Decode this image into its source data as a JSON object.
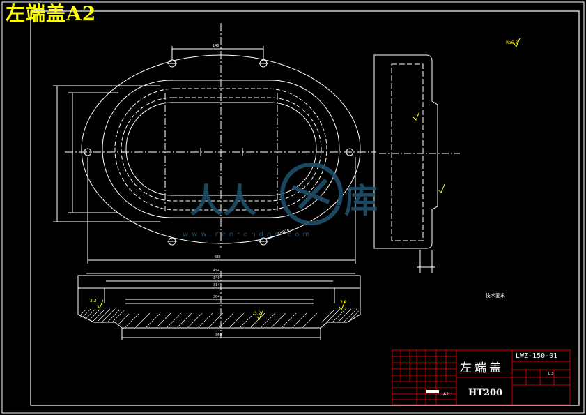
{
  "sheet_title": "左端盖A2",
  "title_block": {
    "part_name": "左端盖",
    "drawing_number": "LWZ-150-01",
    "material": "HT200",
    "scale": "1:3",
    "sheet_size": "A2"
  },
  "technical_requirements_title": "技术要求",
  "dimensions": {
    "top_hole_spacing": "140",
    "overall_length": "480",
    "bottom_length_1": "454",
    "section_width_1": "340",
    "section_width_2": "314",
    "section_width_3": "304",
    "section_bottom": "360",
    "bolt_circle": "4×Ø16"
  },
  "roughness": {
    "global": "Ra6.3",
    "section_left": "3.2",
    "section_right": "3.2",
    "section_center": "3.2"
  },
  "watermark": {
    "url_text": "www.renrendoc.com"
  }
}
